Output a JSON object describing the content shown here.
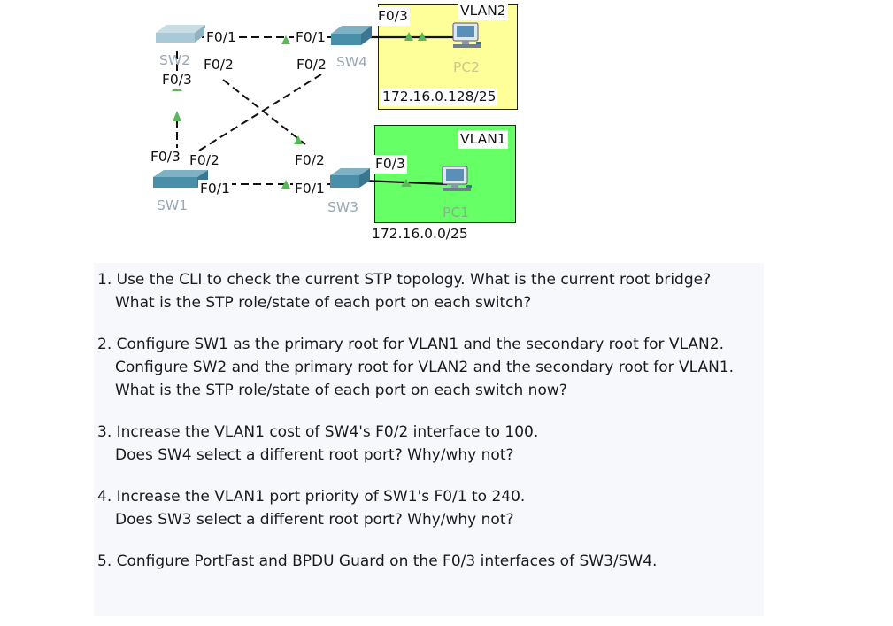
{
  "devices": {
    "sw1": "SW1",
    "sw2": "SW2",
    "sw3": "SW3",
    "sw4": "SW4",
    "pc1": "PC1",
    "pc2": "PC2"
  },
  "ports": {
    "sw2_f01": "F0/1",
    "sw2_f02": "F0/2",
    "sw2_f03": "F0/3",
    "sw4_f01": "F0/1",
    "sw4_f02": "F0/2",
    "sw4_f03": "F0/3",
    "sw1_f03": "F0/3",
    "sw1_f02": "F0/2",
    "sw1_f01": "F0/1",
    "sw3_f02": "F0/2",
    "sw3_f01": "F0/1",
    "sw3_f03": "F0/3"
  },
  "vlans": {
    "vlan2": {
      "name": "VLAN2",
      "subnet": "172.16.0.128/25",
      "color": "#ffff99"
    },
    "vlan1": {
      "name": "VLAN1",
      "subnet": "172.16.0.0/25",
      "color": "#66ff66"
    }
  },
  "questions": [
    {
      "lines": [
        "1. Use the CLI to check the current STP topology.  What is the current root bridge?",
        "What is the STP role/state of each port on each switch?"
      ]
    },
    {
      "lines": [
        "2. Configure SW1 as the primary root for VLAN1 and the secondary root for VLAN2.",
        "Configure SW2 and the primary root for VLAN2 and the secondary root for VLAN1.",
        "What is the STP role/state of each port on each switch now?"
      ]
    },
    {
      "lines": [
        "3. Increase the VLAN1 cost of SW4's F0/2 interface to 100.",
        "Does SW4 select a different root port?  Why/why not?"
      ]
    },
    {
      "lines": [
        "4. Increase the VLAN1 port priority of SW1's F0/1 to 240.",
        "Does SW3 select a different root port?  Why/why not?"
      ]
    },
    {
      "lines": [
        "5. Configure PortFast and BPDU Guard on the F0/3 interfaces of SW3/SW4."
      ]
    }
  ],
  "colors": {
    "link_up": "#5ab85a",
    "switch_body": "#4a8fa8",
    "switch_top": "#a9c9d6"
  }
}
